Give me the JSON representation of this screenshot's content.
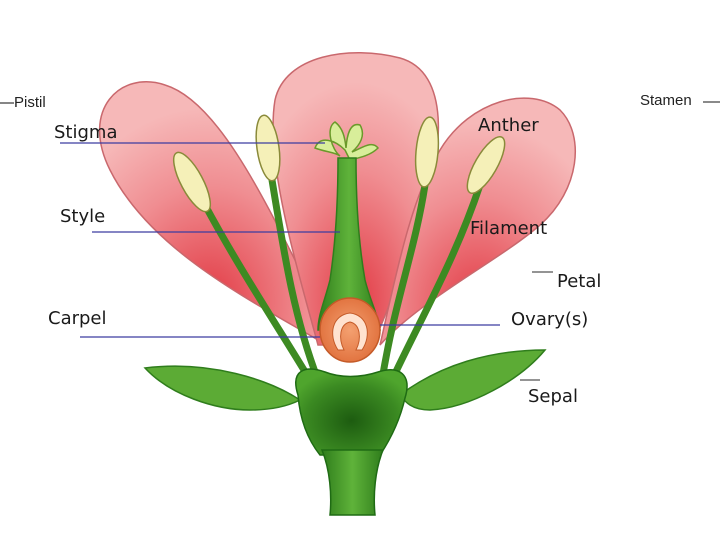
{
  "labels": {
    "pistil": "Pistil",
    "stamen": "Stamen",
    "stigma": "Stigma",
    "style": "Style",
    "carpel": "Carpel",
    "anther": "Anther",
    "filament": "Filament",
    "petal": "Petal",
    "ovary": "Ovary(s)",
    "sepal": "Sepal"
  },
  "colors": {
    "petal": "#f29a9a",
    "petal_dark": "#d94a52",
    "green": "#4c9a2a",
    "green_dark": "#1f6b14",
    "anther": "#f5f0b8",
    "ovary": "#e8845a",
    "leader_line": "#3c3ca0"
  }
}
